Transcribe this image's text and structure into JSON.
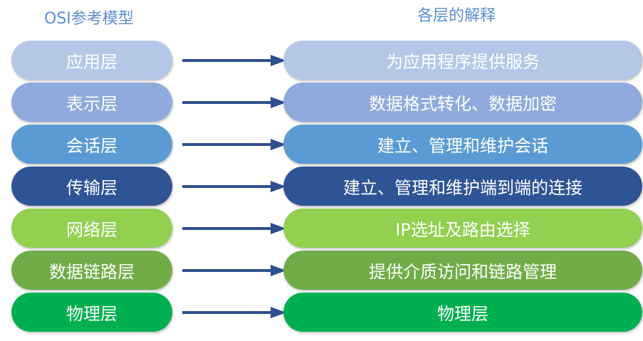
{
  "headings": {
    "left": "OSI参考模型",
    "right": "各层的解释"
  },
  "arrow_color": "#2e4f8e",
  "rows": [
    {
      "layer": "应用层",
      "description": "为应用程序提供服务",
      "color": "#b4c7e7"
    },
    {
      "layer": "表示层",
      "description": "数据格式转化、数据加密",
      "color": "#8faadc"
    },
    {
      "layer": "会话层",
      "description": "建立、管理和维护会话",
      "color": "#5b9bd5"
    },
    {
      "layer": "传输层",
      "description": "建立、管理和维护端到端的连接",
      "color": "#2f5496"
    },
    {
      "layer": "网络层",
      "description": "IP选址及路由选择",
      "color": "#92d050"
    },
    {
      "layer": "数据链路层",
      "description": "提供介质访问和链路管理",
      "color": "#70ad47"
    },
    {
      "layer": "物理层",
      "description": "物理层",
      "color": "#00b050"
    }
  ]
}
